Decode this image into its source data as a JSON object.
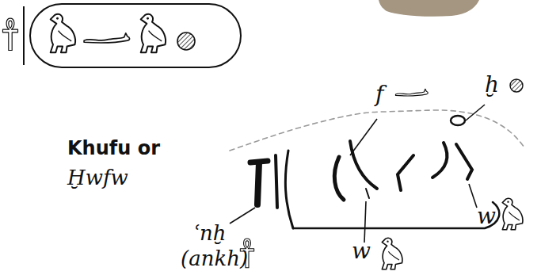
{
  "diagram": {
    "labels": [
      "Khufu or",
      "Ḫwfw",
      "f",
      "ḫ",
      "w",
      "w",
      "ʿnḫ",
      "(ankh)"
    ]
  }
}
